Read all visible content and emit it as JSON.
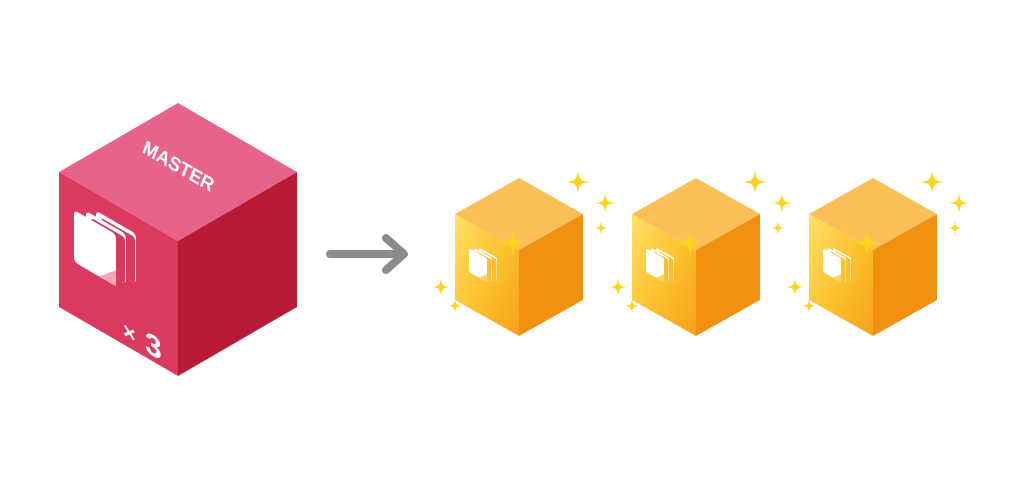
{
  "master": {
    "label": "MASTER",
    "multiplier_symbol": "×",
    "multiplier_value": "3"
  },
  "target_count": 3,
  "colors": {
    "master_top": "#E8638A",
    "master_left": "#D93A5E",
    "master_right": "#B81B36",
    "copy_top": "#FBBF57",
    "copy_left": "#F9A825",
    "copy_left_highlight": "#FFE066",
    "copy_right": "#F29010",
    "arrow": "#8C8C8C",
    "sparkle": "#FFD31C"
  },
  "icons": {
    "master_docs": "stacked-documents-icon",
    "copy_docs": "stacked-documents-icon",
    "sparkle": "sparkle-icon",
    "arrow": "right-arrow-icon"
  }
}
